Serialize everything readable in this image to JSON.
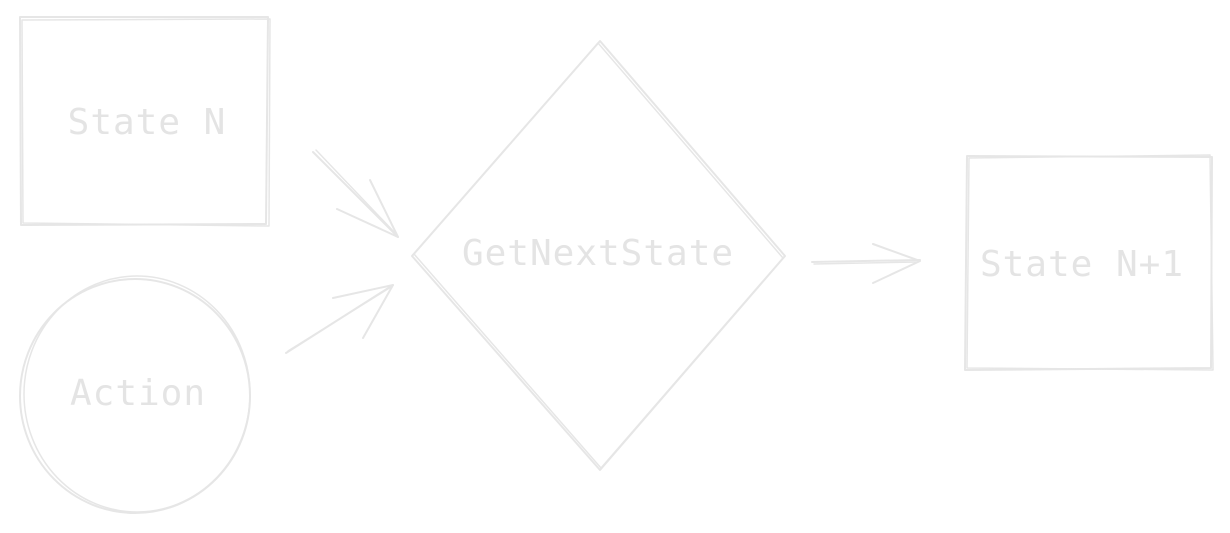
{
  "colors": {
    "background": "#ffffff",
    "stroke": "#e6e6e6",
    "text": "#e4e4e4"
  },
  "nodes": {
    "state_n": {
      "shape": "rectangle",
      "label": "State N"
    },
    "action": {
      "shape": "ellipse",
      "label": "Action"
    },
    "get_next_state": {
      "shape": "diamond",
      "label": "GetNextState"
    },
    "state_n_plus_1": {
      "shape": "rectangle",
      "label": "State N+1"
    }
  },
  "edges": [
    {
      "from": "state_n",
      "to": "get_next_state"
    },
    {
      "from": "action",
      "to": "get_next_state"
    },
    {
      "from": "get_next_state",
      "to": "state_n_plus_1"
    }
  ]
}
